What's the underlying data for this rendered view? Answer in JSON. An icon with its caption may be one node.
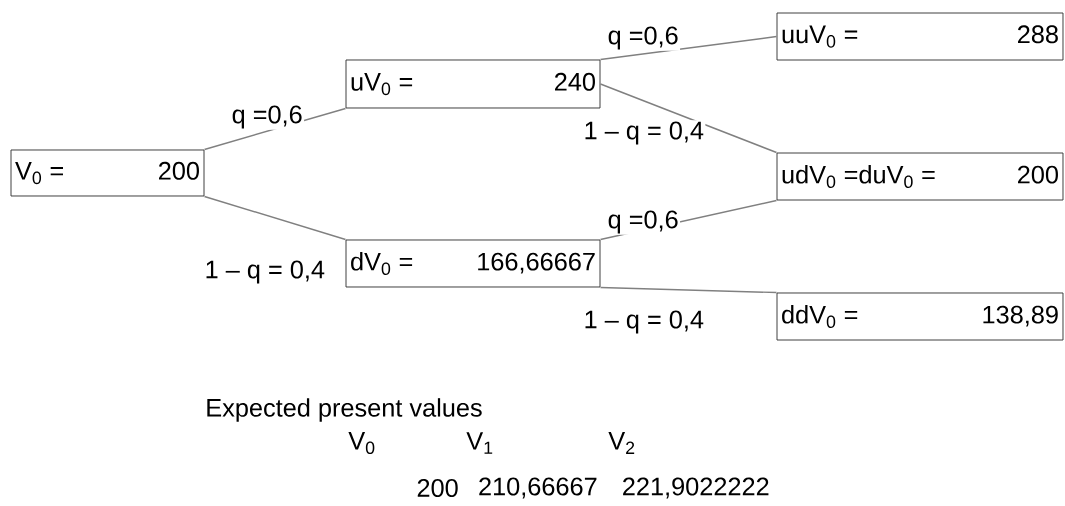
{
  "diagram": {
    "nodes": [
      {
        "text": [
          "V$_{0}$ =",
          "200"
        ]
      },
      {
        "text": [
          "uV$_{0}$ =",
          "240"
        ]
      },
      {
        "text": [
          "dV$_{0}$ =",
          "166,66667"
        ]
      },
      {
        "text": [
          "uuV$_{0}$ =",
          "288"
        ]
      },
      {
        "text": [
          "udV$_{0}$ =duV$_{0}$ =",
          "200"
        ]
      },
      {
        "text": [
          "ddV$_{0}$ =",
          "138,89"
        ]
      }
    ],
    "edges": [
      {
        "from": 0,
        "to": 1,
        "arrow": "none",
        "label": "q =0,6"
      },
      {
        "from": 0,
        "to": 2,
        "arrow": "none",
        "label": "1 – q = 0,4"
      },
      {
        "from": 1,
        "to": 3,
        "arrow": "none",
        "label": "q =0,6"
      },
      {
        "from": 1,
        "to": 4,
        "arrow": "none",
        "label": "1 – q = 0,4"
      },
      {
        "from": 2,
        "to": 4,
        "arrow": "none",
        "label": "q =0,6"
      },
      {
        "from": 2,
        "to": 5,
        "arrow": "none",
        "label": "1 – q = 0,4"
      }
    ],
    "labels": [
      "Expected present values",
      "V$_{0}$",
      "V$_{1}$",
      "V$_{2}$",
      "200",
      "210,66667",
      "221,9022222"
    ]
  }
}
